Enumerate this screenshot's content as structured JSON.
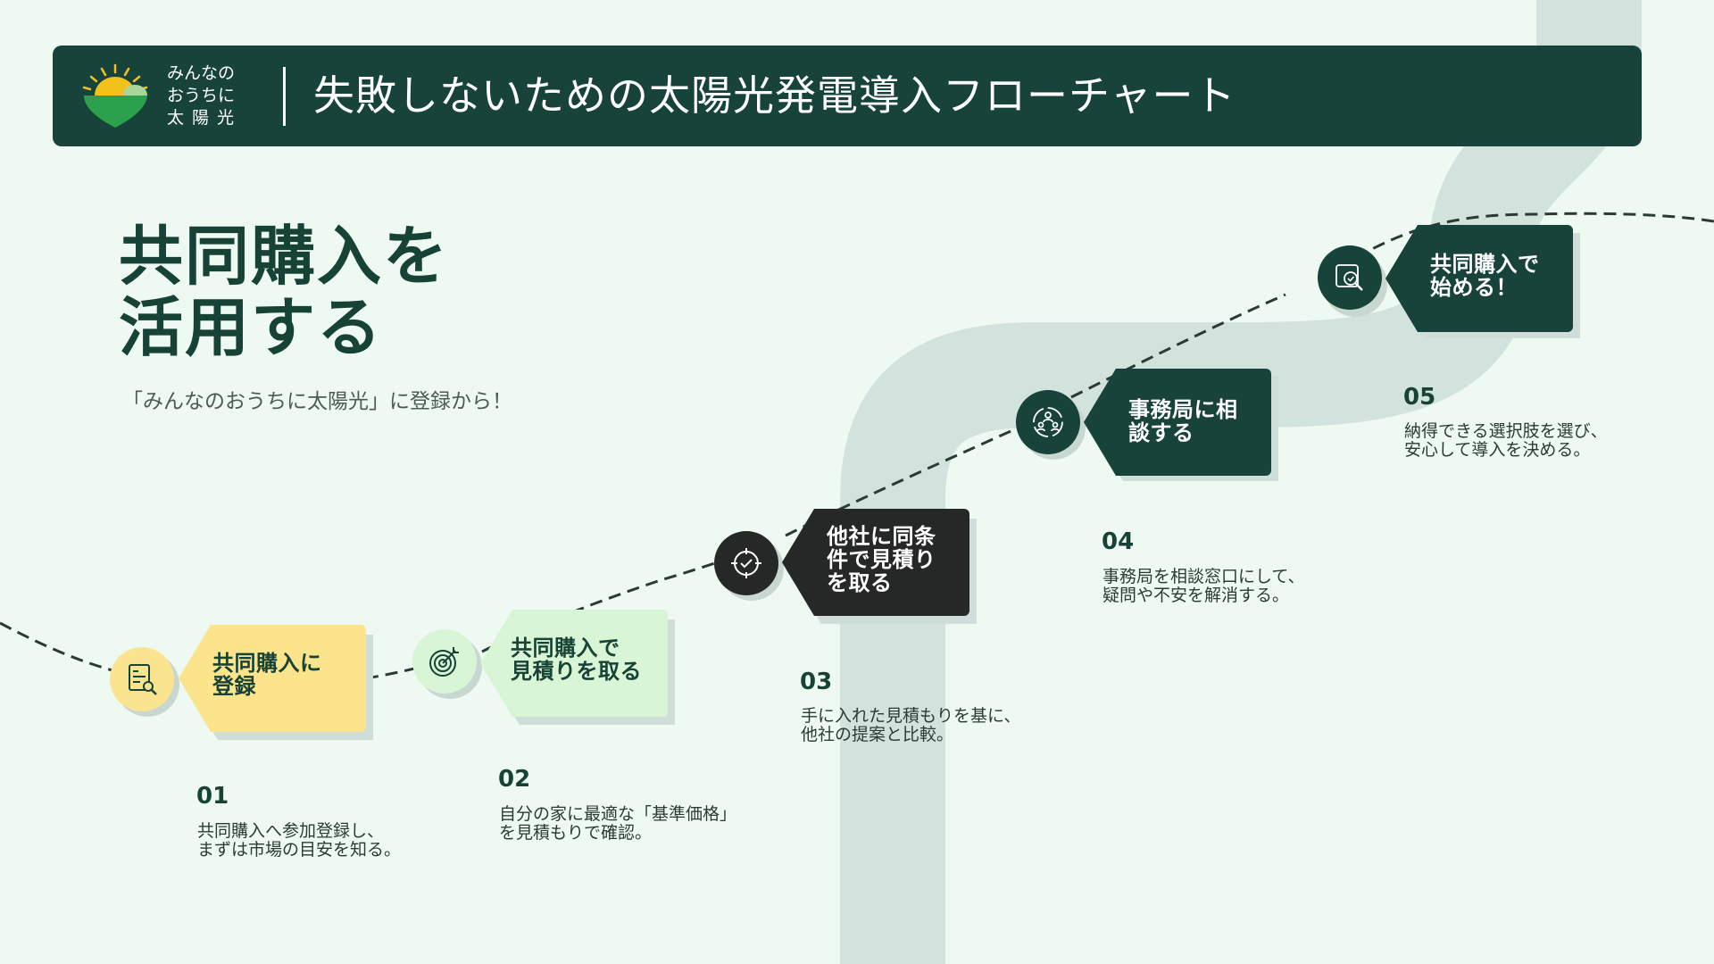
{
  "brand": {
    "logo_line1": "みんなの",
    "logo_line2": "おうちに",
    "logo_line3": "太陽光"
  },
  "header": {
    "title": "失敗しないための太陽光発電導入フローチャート"
  },
  "hero": {
    "title_line1": "共同購入を",
    "title_line2": "活用する",
    "subtitle": "「みんなのおうちに太陽光」に登録から！"
  },
  "colors": {
    "dark_green": "#17433a",
    "background": "#eefaf1",
    "road": "#d2e2dc",
    "step1_yellow": "#fbe48b",
    "step1_circle": "#fbe490",
    "step2_light_green": "#d8f6d6",
    "step3_charcoal": "#252826",
    "text_dark": "#174236"
  },
  "steps": [
    {
      "number": "01",
      "label_line1": "共同購入に",
      "label_line2": "登録",
      "desc_line1": "共同購入へ参加登録し、",
      "desc_line2": "まずは市場の目安を知る。",
      "icon": "document-search-icon"
    },
    {
      "number": "02",
      "label_line1": "共同購入で",
      "label_line2": "見積りを取る",
      "desc_line1": "自分の家に最適な「基準価格」",
      "desc_line2": "を見積もりで確認。",
      "icon": "target-icon"
    },
    {
      "number": "03",
      "label_line1": "他社に同条",
      "label_line2": "件で見積り",
      "label_line3": "を取る",
      "desc_line1": "手に入れた見積もりを基に、",
      "desc_line2": "他社の提案と比較。",
      "icon": "crosshair-check-icon"
    },
    {
      "number": "04",
      "label_line1": "事務局に相",
      "label_line2": "談する",
      "desc_line1": "事務局を相談窓口にして、",
      "desc_line2": "疑問や不安を解消する。",
      "icon": "people-circle-icon"
    },
    {
      "number": "05",
      "label_line1": "共同購入で",
      "label_line2": "始める！",
      "desc_line1": "納得できる選択肢を選び、",
      "desc_line2": "安心して導入を決める。",
      "icon": "magnifier-check-icon"
    }
  ]
}
